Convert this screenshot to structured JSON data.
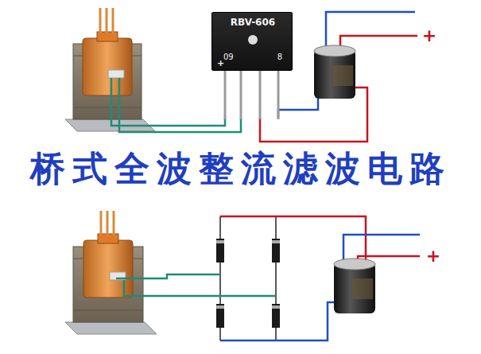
{
  "diagram": {
    "title": "桥式全波整流滤波电路",
    "nodes": [
      {
        "text": [
          "RBV-606",
          "09",
          "8",
          "+"
        ]
      }
    ],
    "labels": [
      "+",
      "+"
    ]
  }
}
